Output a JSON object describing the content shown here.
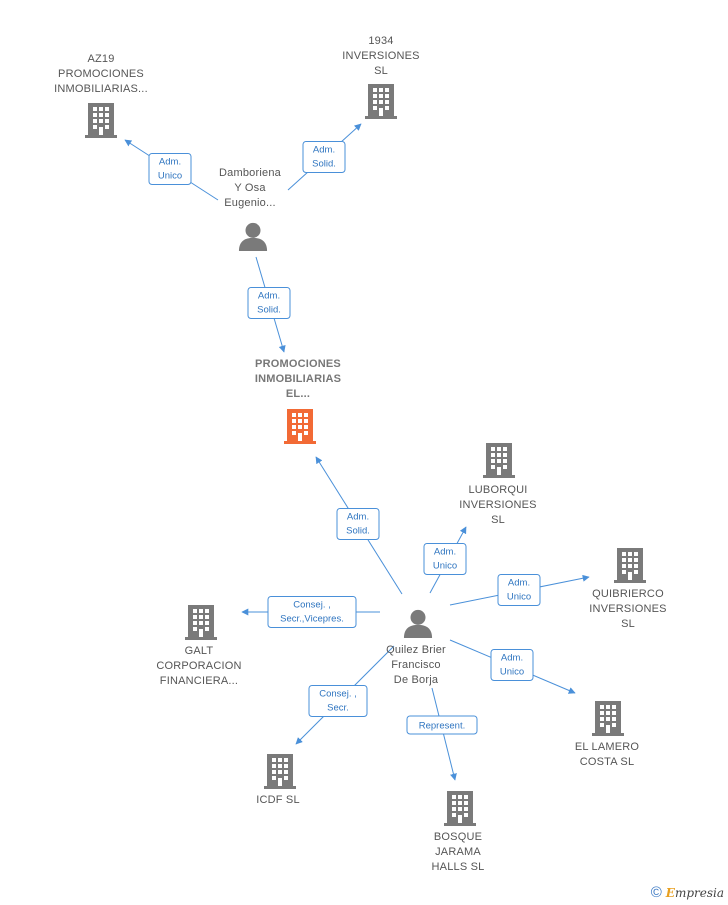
{
  "colors": {
    "building": "#7a7a7a",
    "focus": "#f26a35",
    "person": "#7a7a7a",
    "edge": "#4a90d9"
  },
  "nodes": [
    {
      "id": "az19",
      "kind": "company",
      "lines": [
        "AZ19",
        "PROMOCIONES",
        "INMOBILIARIAS..."
      ]
    },
    {
      "id": "i1934",
      "kind": "company",
      "lines": [
        "1934",
        "INVERSIONES",
        "SL"
      ]
    },
    {
      "id": "damboriena",
      "kind": "person",
      "lines": [
        "Damboriena",
        "Y Osa",
        "Eugenio..."
      ]
    },
    {
      "id": "promociones",
      "kind": "focus",
      "lines": [
        "PROMOCIONES",
        "INMOBILIARIAS",
        "EL..."
      ]
    },
    {
      "id": "luborqui",
      "kind": "company",
      "lines": [
        "LUBORQUI",
        "INVERSIONES",
        "SL"
      ]
    },
    {
      "id": "quibrierco",
      "kind": "company",
      "lines": [
        "QUIBRIERCO",
        "INVERSIONES",
        "SL"
      ]
    },
    {
      "id": "galt",
      "kind": "company",
      "lines": [
        "GALT",
        "CORPORACION",
        "FINANCIERA..."
      ]
    },
    {
      "id": "quilez",
      "kind": "person",
      "lines": [
        "Quilez Brier",
        "Francisco",
        "De Borja"
      ]
    },
    {
      "id": "ellamero",
      "kind": "company",
      "lines": [
        "EL LAMERO",
        "COSTA  SL"
      ]
    },
    {
      "id": "icdf",
      "kind": "company",
      "lines": [
        "ICDF  SL"
      ]
    },
    {
      "id": "bosque",
      "kind": "company",
      "lines": [
        "BOSQUE",
        "JARAMA",
        "HALLS  SL"
      ]
    }
  ],
  "edges": [
    {
      "from": "damboriena",
      "to": "az19",
      "label": [
        "Adm.",
        "Unico"
      ]
    },
    {
      "from": "damboriena",
      "to": "i1934",
      "label": [
        "Adm.",
        "Solid."
      ]
    },
    {
      "from": "damboriena",
      "to": "promociones",
      "label": [
        "Adm.",
        "Solid."
      ]
    },
    {
      "from": "quilez",
      "to": "promociones",
      "label": [
        "Adm.",
        "Solid."
      ]
    },
    {
      "from": "quilez",
      "to": "luborqui",
      "label": [
        "Adm.",
        "Unico"
      ]
    },
    {
      "from": "quilez",
      "to": "quibrierco",
      "label": [
        "Adm.",
        "Unico"
      ]
    },
    {
      "from": "quilez",
      "to": "galt",
      "label": [
        "Consej. ,",
        "Secr.,Vicepres."
      ]
    },
    {
      "from": "quilez",
      "to": "ellamero",
      "label": [
        "Adm.",
        "Unico"
      ]
    },
    {
      "from": "quilez",
      "to": "icdf",
      "label": [
        "Consej. ,",
        "Secr."
      ]
    },
    {
      "from": "quilez",
      "to": "bosque",
      "label": [
        "Represent."
      ]
    }
  ],
  "footer": {
    "copyright": "©",
    "brand_first": "E",
    "brand_rest": "mpresia"
  }
}
